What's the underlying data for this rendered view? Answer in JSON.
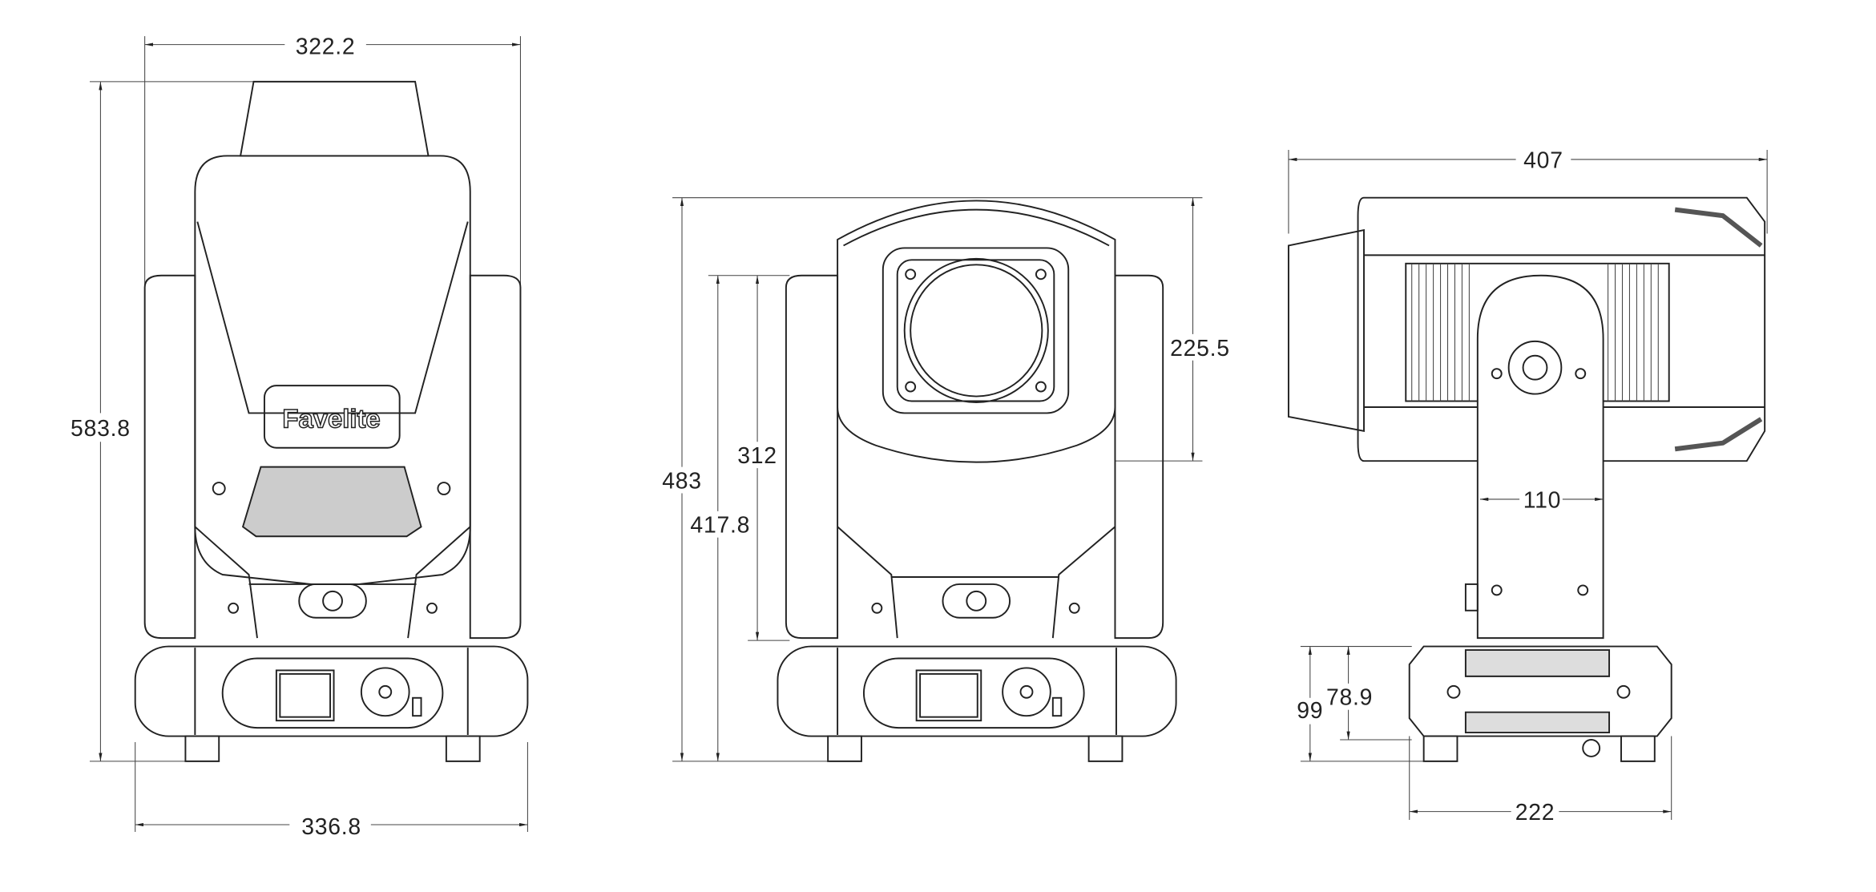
{
  "brand_logo": "Favelite",
  "front_view": {
    "width_top": "322.2",
    "height": "583.8",
    "width_base": "336.8"
  },
  "rear_view": {
    "height_total": "483",
    "height_arm_outer": "417.8",
    "height_arm_inner": "312",
    "head_height": "225.5"
  },
  "side_view": {
    "length": "407",
    "arm_width": "110",
    "base_height": "99",
    "base_body_height": "78.9",
    "base_depth": "222"
  },
  "colors": {
    "line": "#222222",
    "background": "#ffffff"
  }
}
